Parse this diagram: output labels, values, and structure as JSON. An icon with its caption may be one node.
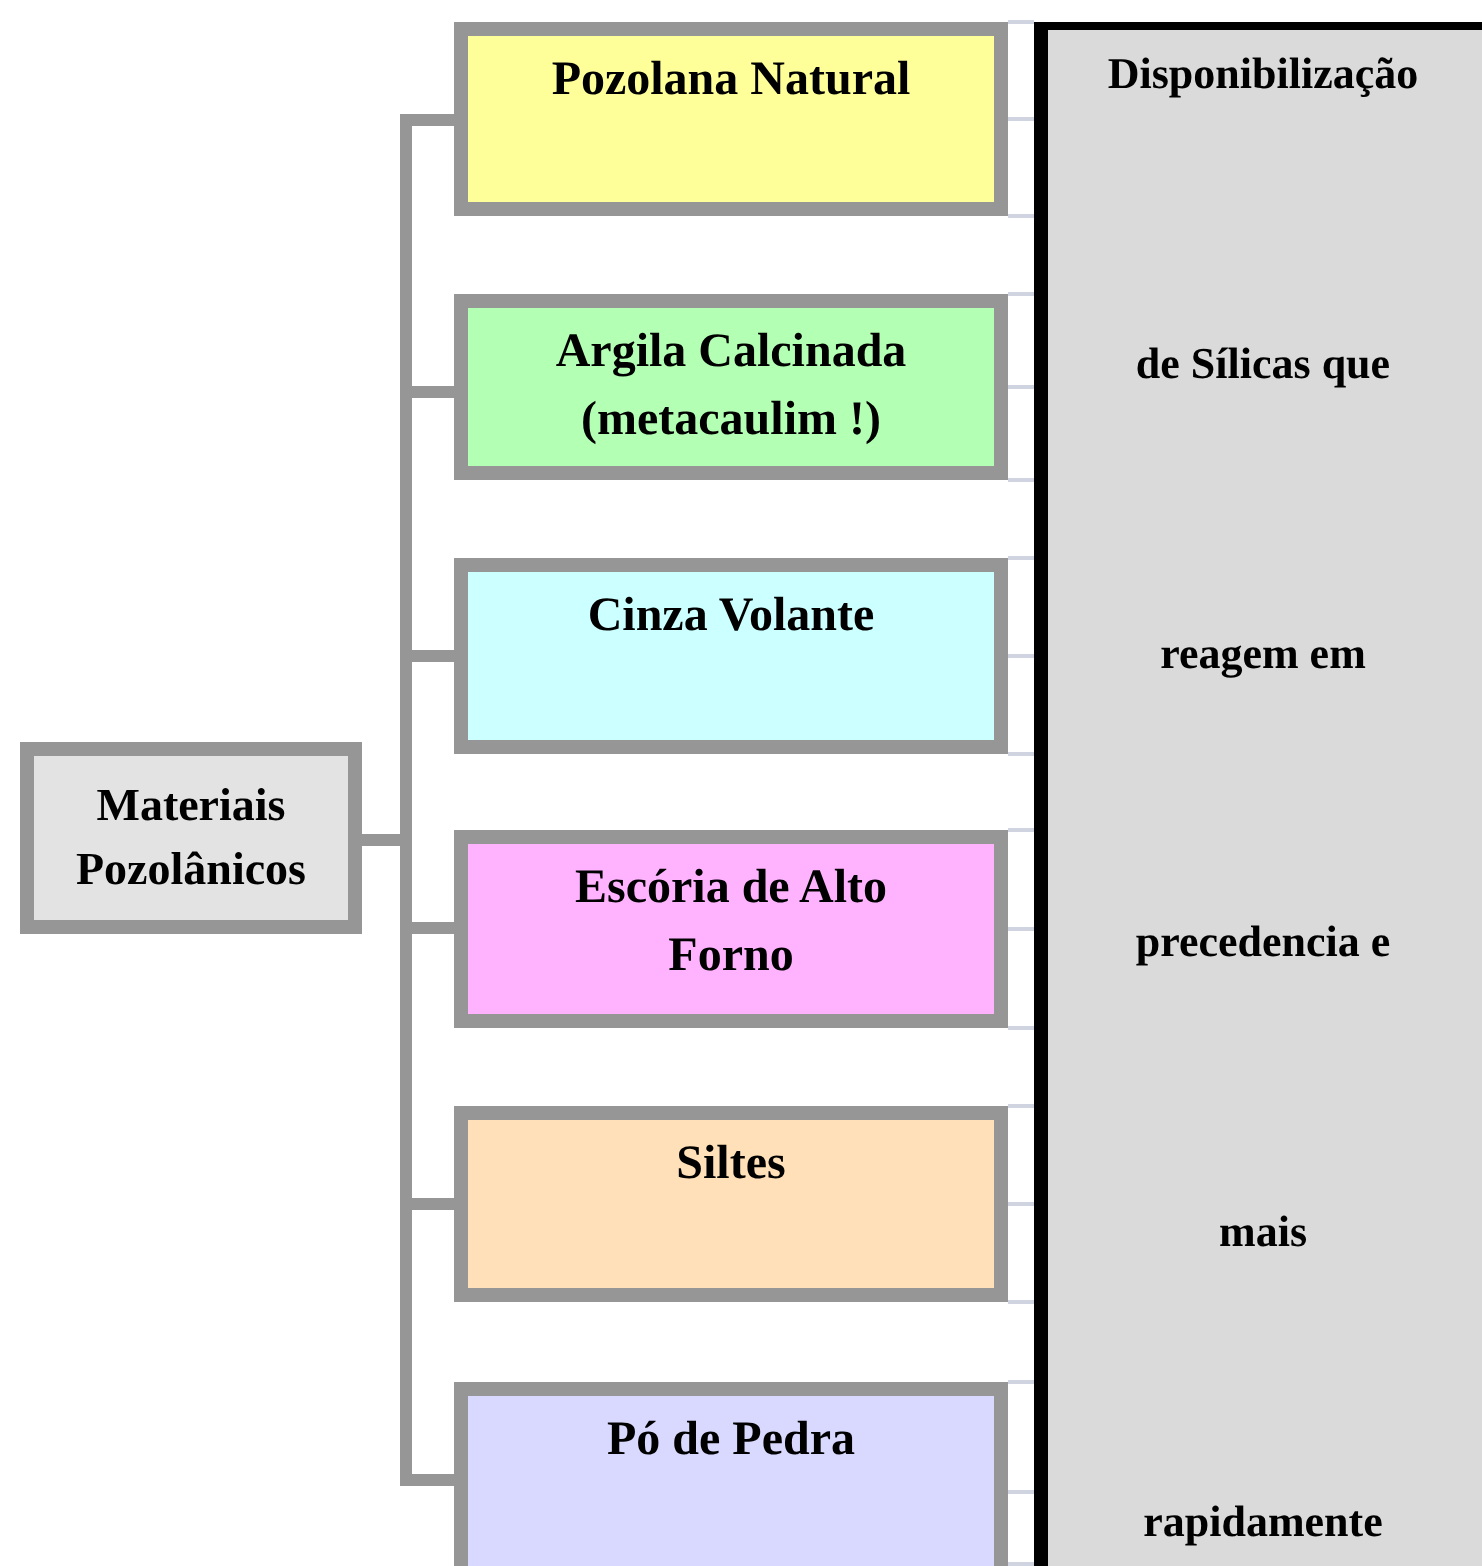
{
  "diagram": {
    "nodes": [
      {
        "text": [
          "Materiais Pozolânicos"
        ]
      },
      {
        "text": [
          "Pozolana Natural"
        ]
      },
      {
        "text": [
          "Argila Calcinada (metacaulim !)"
        ]
      },
      {
        "text": [
          "Cinza Volante"
        ]
      },
      {
        "text": [
          "Escória de Alto Forno"
        ]
      },
      {
        "text": [
          "Siltes"
        ]
      },
      {
        "text": [
          "Pó de Pedra"
        ]
      },
      {
        "text": [
          "Disponibilização",
          "de Sílicas que",
          "reagem em",
          "precedencia e",
          "mais",
          "rapidamente"
        ]
      }
    ],
    "edges": [
      {
        "from": 0,
        "to": 1,
        "arrow": "none",
        "style": "thick"
      },
      {
        "from": 0,
        "to": 2,
        "arrow": "none",
        "style": "thick"
      },
      {
        "from": 0,
        "to": 3,
        "arrow": "none",
        "style": "thick"
      },
      {
        "from": 0,
        "to": 4,
        "arrow": "none",
        "style": "thick"
      },
      {
        "from": 0,
        "to": 5,
        "arrow": "none",
        "style": "thick"
      },
      {
        "from": 0,
        "to": 6,
        "arrow": "none",
        "style": "thick"
      },
      {
        "from": 1,
        "to": 7,
        "arrow": "none",
        "color": "#d0d4e0"
      },
      {
        "from": 1,
        "to": 7,
        "arrow": "none",
        "color": "#d0d4e0"
      },
      {
        "from": 1,
        "to": 7,
        "arrow": "none",
        "color": "#d0d4e0"
      },
      {
        "from": 2,
        "to": 7,
        "arrow": "none",
        "color": "#d0d4e0"
      },
      {
        "from": 2,
        "to": 7,
        "arrow": "none",
        "color": "#d0d4e0"
      },
      {
        "from": 2,
        "to": 7,
        "arrow": "none",
        "color": "#d0d4e0"
      },
      {
        "from": 3,
        "to": 7,
        "arrow": "none",
        "color": "#d0d4e0"
      },
      {
        "from": 3,
        "to": 7,
        "arrow": "none",
        "color": "#d0d4e0"
      },
      {
        "from": 3,
        "to": 7,
        "arrow": "none",
        "color": "#d0d4e0"
      },
      {
        "from": 4,
        "to": 7,
        "arrow": "none",
        "color": "#d0d4e0"
      },
      {
        "from": 4,
        "to": 7,
        "arrow": "none",
        "color": "#d0d4e0"
      },
      {
        "from": 4,
        "to": 7,
        "arrow": "none",
        "color": "#d0d4e0"
      },
      {
        "from": 5,
        "to": 7,
        "arrow": "none",
        "color": "#d0d4e0"
      },
      {
        "from": 5,
        "to": 7,
        "arrow": "none",
        "color": "#d0d4e0"
      },
      {
        "from": 5,
        "to": 7,
        "arrow": "none",
        "color": "#d0d4e0"
      },
      {
        "from": 6,
        "to": 7,
        "arrow": "none",
        "color": "#d0d4e0"
      },
      {
        "from": 6,
        "to": 7,
        "arrow": "none",
        "color": "#d0d4e0"
      },
      {
        "from": 6,
        "to": 7,
        "arrow": "none",
        "color": "#d0d4e0"
      }
    ]
  }
}
